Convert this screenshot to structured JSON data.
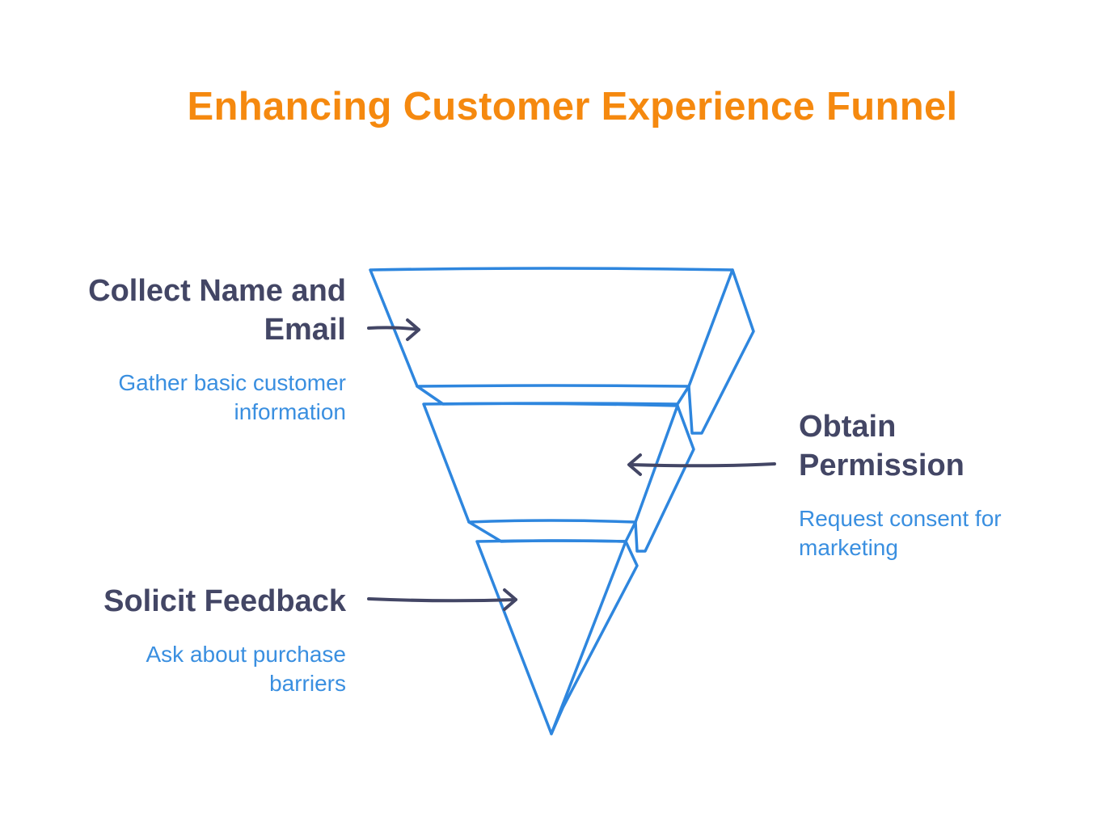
{
  "title": "Enhancing Customer Experience Funnel",
  "colors": {
    "title": "#f5890f",
    "heading": "#434665",
    "description": "#3a8fe0",
    "funnel_stroke": "#2e86de",
    "arrow": "#434665"
  },
  "stages": [
    {
      "heading_line1": "Collect Name and",
      "heading_line2": "Email",
      "desc_line1": "Gather basic customer",
      "desc_line2": "information"
    },
    {
      "heading_line1": "Obtain",
      "heading_line2": "Permission",
      "desc_line1": "Request consent for",
      "desc_line2": "marketing"
    },
    {
      "heading_line1": "Solicit Feedback",
      "desc_line1": "Ask about purchase",
      "desc_line2": "barriers"
    }
  ]
}
